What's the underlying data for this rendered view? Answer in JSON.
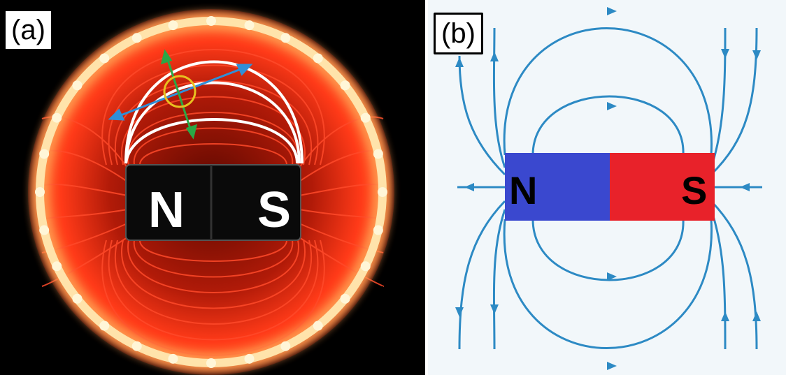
{
  "panels": [
    {
      "label": "(a)",
      "magnet": {
        "north_label": "N",
        "south_label": "S"
      },
      "colors": {
        "glow": "#ff2a10",
        "ring": "#ffe8b0",
        "overlay_lines": "#ffffff",
        "arrow_blue": "#2f8fd8",
        "arrow_green": "#2aa846",
        "circle": "#e8c020"
      }
    },
    {
      "label": "(b)",
      "magnet": {
        "north_label": "N",
        "south_label": "S"
      },
      "colors": {
        "north": "#3a48cf",
        "south": "#e8222a",
        "field_lines": "#2d8ac4"
      }
    }
  ]
}
